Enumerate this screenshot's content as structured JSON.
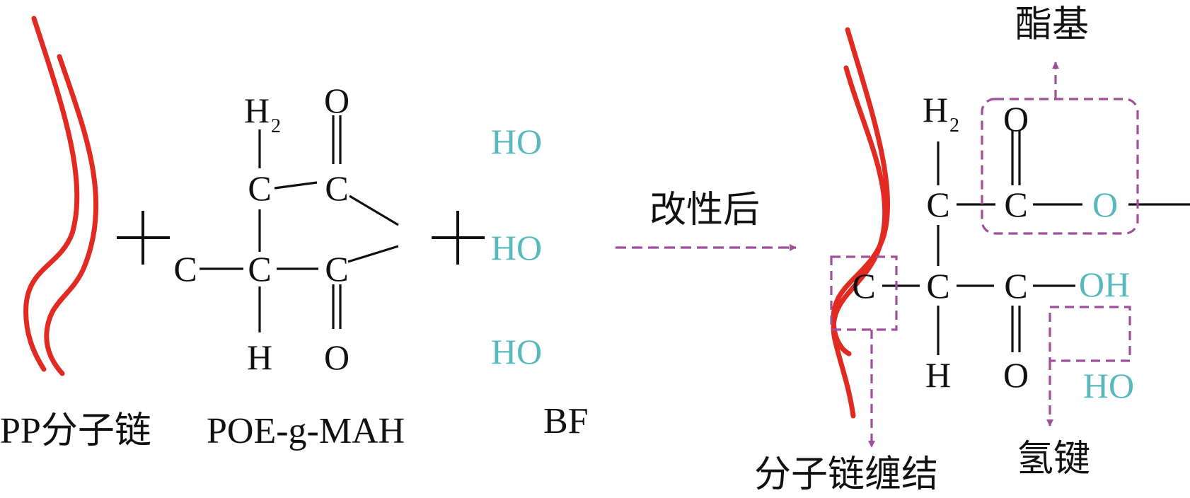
{
  "colors": {
    "chain": "#e02a22",
    "bond": "#111111",
    "hydroxyl": "#59b8bb",
    "callout": "#a0509a"
  },
  "reactants": {
    "pp_label": "PP分子链",
    "poe_label": "POE-g-MAH",
    "bf_label": "BF",
    "plus": "+",
    "poe": {
      "h2_h": "H",
      "h2_sub": "2",
      "o_top": "O",
      "c_ch2": "C",
      "c_carbonyl_top": "C",
      "c_left": "C",
      "c_center": "C",
      "c_carbonyl_bottom": "C",
      "h_bottom": "H",
      "o_bottom": "O"
    },
    "bf": {
      "ho_1": "HO",
      "ho_2": "HO",
      "ho_3": "HO"
    }
  },
  "arrow_label": "改性后",
  "product": {
    "h2_h": "H",
    "h2_sub": "2",
    "c_ch2": "C",
    "o_top": "O",
    "c_ester": "C",
    "o_ester": "O",
    "c_left": "C",
    "c_center": "C",
    "c_acid": "C",
    "oh": "OH",
    "h_bottom": "H",
    "o_bottom": "O",
    "ho": "HO"
  },
  "callouts": {
    "ester_label": "酯基",
    "entangle_label": "分子链缠结",
    "hbond_label": "氢键"
  }
}
